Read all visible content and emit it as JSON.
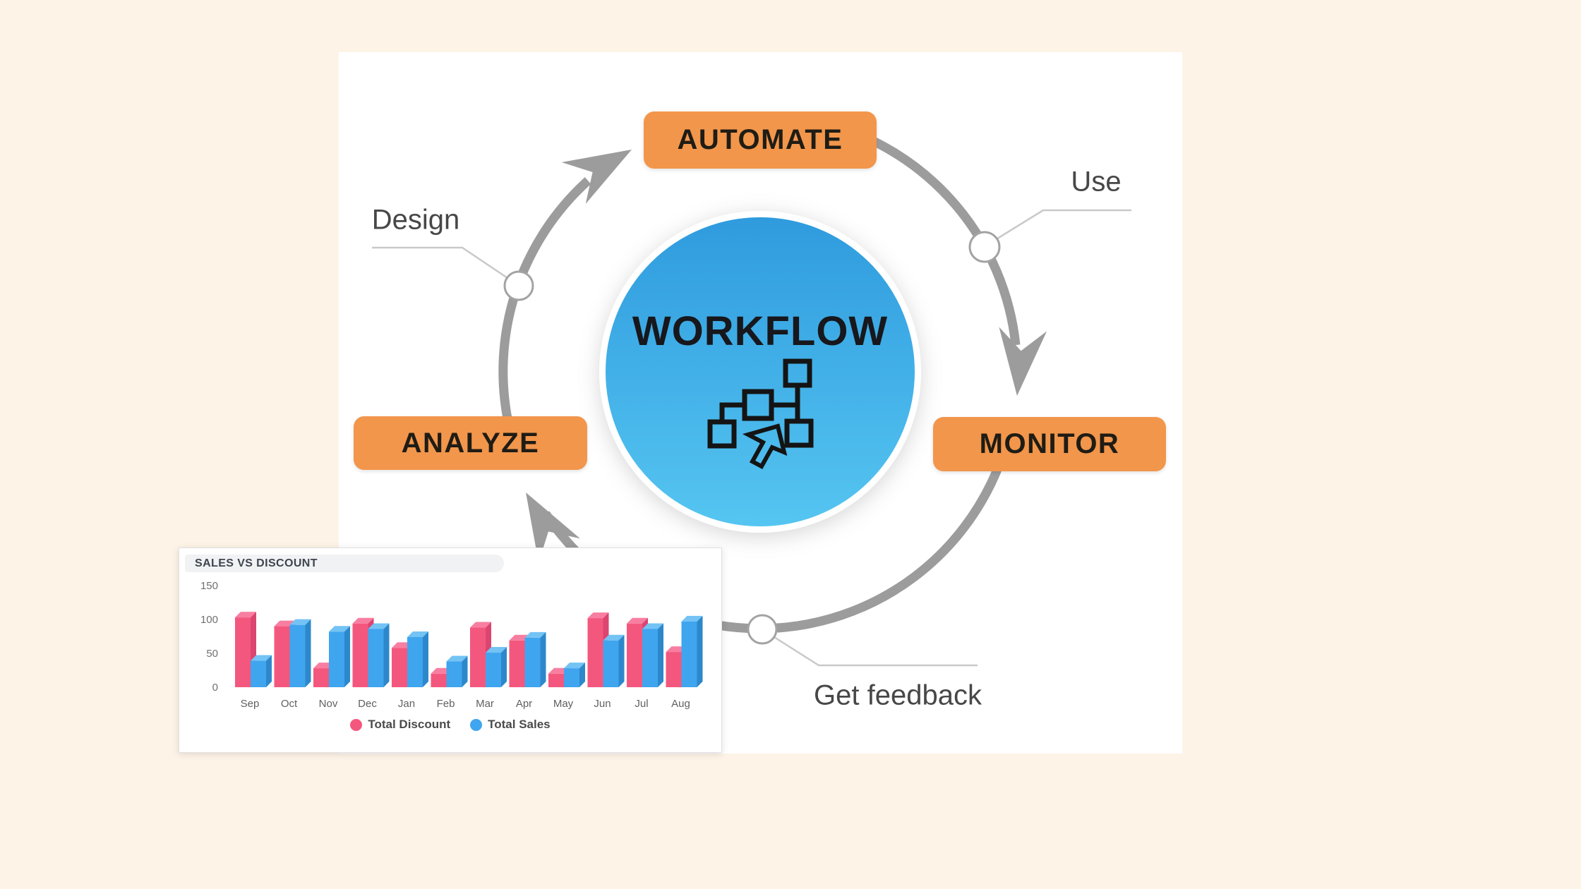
{
  "page": {
    "background": "#FDF3E7",
    "panel_background": "#FFFFFF"
  },
  "diagram": {
    "center_label": "WORKFLOW",
    "center_icon": "flowchart-cursor-icon",
    "circle_gradient_top": "#2F9BDE",
    "circle_gradient_bottom": "#55C5F1",
    "accent_orange": "#F2964B",
    "arc_color": "#9C9C9C",
    "node_border_color": "#A3A3A3",
    "buttons": [
      {
        "id": "automate",
        "label": "AUTOMATE"
      },
      {
        "id": "monitor",
        "label": "MONITOR"
      },
      {
        "id": "analyze",
        "label": "ANALYZE"
      }
    ],
    "step_labels": [
      {
        "id": "design",
        "label": "Design"
      },
      {
        "id": "use",
        "label": "Use"
      },
      {
        "id": "get-feedback",
        "label": "Get feedback"
      }
    ]
  },
  "chart_panel": {
    "title": "SALES VS DISCOUNT"
  },
  "chart_data": {
    "type": "bar",
    "style": "3d-grouped",
    "title": "SALES VS DISCOUNT",
    "categories": [
      "Sep",
      "Oct",
      "Nov",
      "Dec",
      "Jan",
      "Feb",
      "Mar",
      "Apr",
      "May",
      "Jun",
      "Jul",
      "Aug"
    ],
    "series": [
      {
        "name": "Total Discount",
        "color": "#F4577E",
        "top_color": "#F87EA1",
        "side_color": "#DB4570",
        "values": [
          103,
          90,
          28,
          94,
          58,
          20,
          88,
          69,
          20,
          102,
          94,
          52
        ]
      },
      {
        "name": "Total Sales",
        "color": "#3FA5EF",
        "top_color": "#73C3F4",
        "side_color": "#2D88CB",
        "values": [
          39,
          92,
          82,
          86,
          74,
          38,
          51,
          73,
          28,
          69,
          86,
          97
        ]
      }
    ],
    "xlabel": "",
    "ylabel": "",
    "ylim": [
      0,
      150
    ],
    "yticks": [
      0,
      50,
      100,
      150
    ],
    "grid": false,
    "legend_position": "bottom"
  }
}
